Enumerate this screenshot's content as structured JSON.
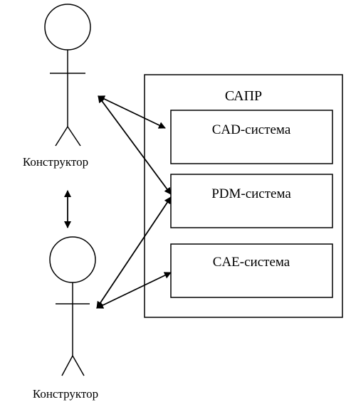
{
  "actors": [
    {
      "label": "Конструктор"
    },
    {
      "label": "Конструктор"
    }
  ],
  "system": {
    "title": "САПР",
    "modules": [
      {
        "label": "CAD-система"
      },
      {
        "label": "PDM-система"
      },
      {
        "label": "CAE-система"
      }
    ]
  },
  "connections": [
    {
      "from": "actors.0",
      "to": "system.modules.0",
      "direction": "both"
    },
    {
      "from": "actors.0",
      "to": "system.modules.1",
      "direction": "both"
    },
    {
      "from": "actors.1",
      "to": "system.modules.1",
      "direction": "both"
    },
    {
      "from": "actors.1",
      "to": "system.modules.2",
      "direction": "both"
    },
    {
      "from": "actors.0",
      "to": "actors.1",
      "direction": "both"
    }
  ],
  "colors": {
    "stroke": "#000000",
    "fill": "#ffffff"
  }
}
